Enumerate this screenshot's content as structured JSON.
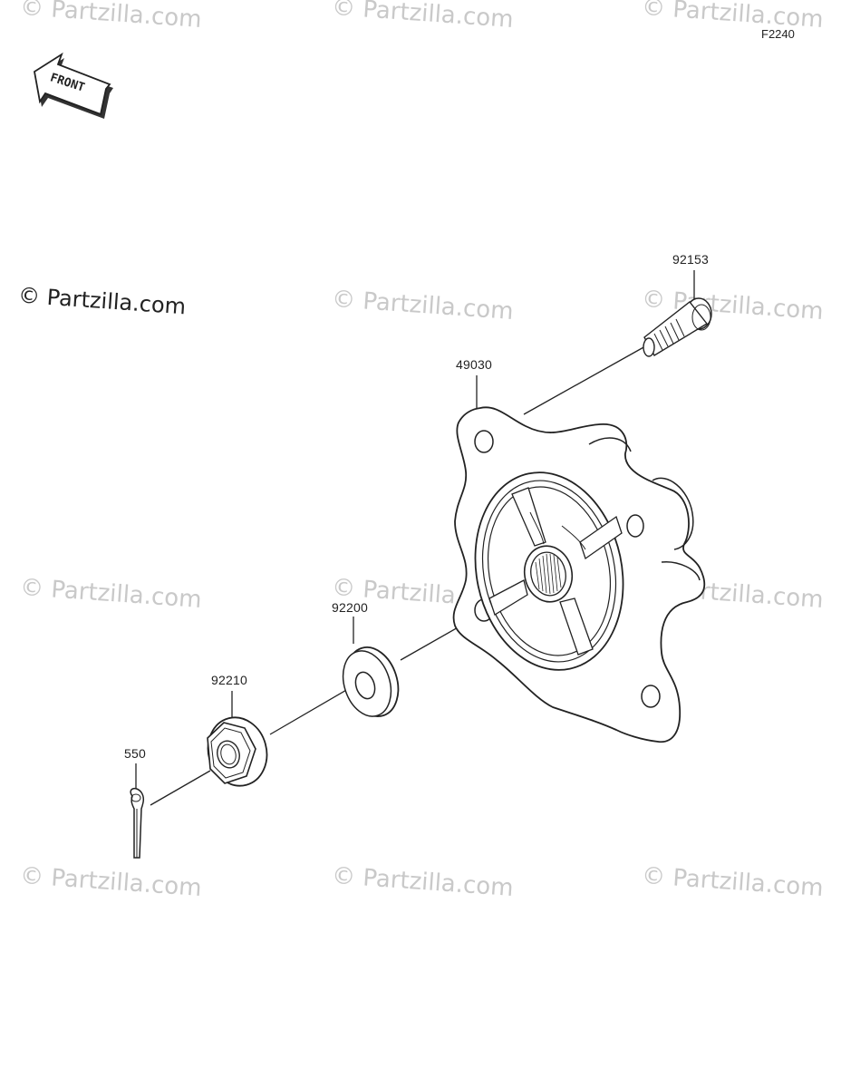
{
  "diagram_code": "F2240",
  "front_label": "FRONT",
  "watermark": "© Partzilla.com",
  "main_watermark": "© Partzilla.com",
  "parts": [
    {
      "id": "92153"
    },
    {
      "id": "49030"
    },
    {
      "id": "92200"
    },
    {
      "id": "92210"
    },
    {
      "id": "550"
    }
  ]
}
